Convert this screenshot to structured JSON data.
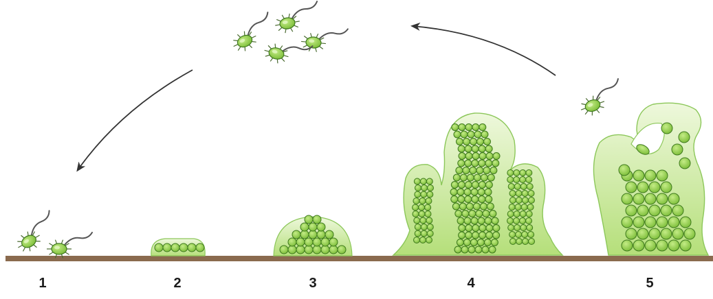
{
  "colors": {
    "background": "#ffffff",
    "surface": "#8a6a4e",
    "cell_fill": "#8fcf4a",
    "cell_stroke": "#3f7a1e",
    "matrix_fill": "#d6efb0",
    "matrix_stroke": "#8cc75a",
    "arrow": "#333333",
    "label_text": "#1a1a1a"
  },
  "stage_labels": [
    "1",
    "2",
    "3",
    "4",
    "5"
  ],
  "icons": {
    "bacterium": "flagellated-bacterium-icon",
    "arrow": "curved-arrow-icon"
  }
}
